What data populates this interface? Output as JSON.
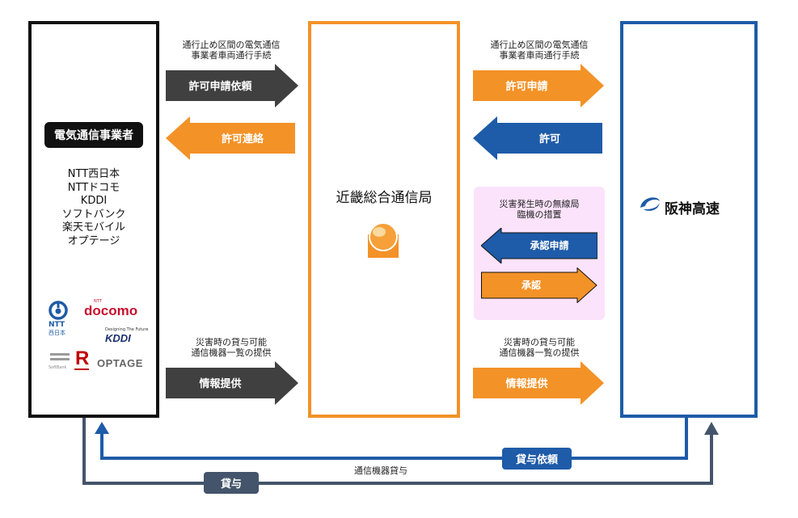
{
  "left_box": {
    "badge": "電気通信事業者",
    "carriers": [
      "NTT西日本",
      "NTTドコモ",
      "KDDI",
      "ソフトバンク",
      "楽天モバイル",
      "オプテージ"
    ],
    "logos": {
      "ntt_west": "NTT",
      "ntt_west_sub": "西日本",
      "docomo_small": "NTT",
      "docomo": "docomo",
      "kddi_tagline": "Designing The Future",
      "kddi": "KDDI",
      "softbank": "SoftBank",
      "rakuten": "R",
      "optage": "OPTAGE"
    }
  },
  "center_box": {
    "title": "近畿総合通信局",
    "emblem": "orange-sphere-emblem"
  },
  "right_box": {
    "title": "阪神高速",
    "logo_icon": "hanshin-swirl-icon"
  },
  "left_flows": {
    "caption_top": [
      "通行止め区間の電気通信",
      "事業者車両通行手続"
    ],
    "permit_request": "許可申請依頼",
    "permit_notice": "許可連絡",
    "caption_bottom": [
      "災害時の貸与可能",
      "通信機器一覧の提供"
    ],
    "info_provision": "情報提供"
  },
  "right_flows": {
    "caption_top": [
      "通行止め区間の電気通信",
      "事業者車両通行手続"
    ],
    "permit_application": "許可申請",
    "permit": "許可",
    "caption_bottom": [
      "災害時の貸与可能",
      "通信機器一覧の提供"
    ],
    "info_provision": "情報提供"
  },
  "disaster_panel": {
    "title": [
      "災害発生時の無線局",
      "臨機の措置"
    ],
    "approval_request": "承認申請",
    "approval": "承認"
  },
  "bottom_flows": {
    "lending_request": "貸与依頼",
    "equipment_lending": "通信機器貸与",
    "lending": "貸与"
  },
  "colors": {
    "dark": "#404040",
    "orange": "#f39227",
    "blue": "#1e5ba8",
    "slate": "#44546a",
    "panel_pink": "#fbe3fb"
  }
}
